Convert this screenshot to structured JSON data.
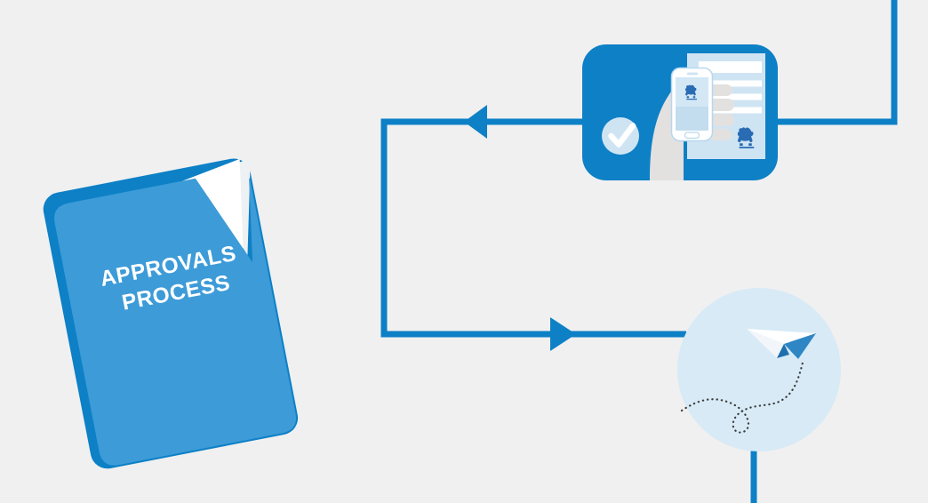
{
  "colors": {
    "background": "#f0f0f1",
    "brand_blue": "#0d80c6",
    "folder_blue": "#3d9bd8",
    "pale_blue": "#cfe4f3",
    "circle_blue": "#d7eaf6",
    "hand_gray": "#e2e1e0",
    "plane_blue": "#2e86c5",
    "plane_dark_blue": "#1e6fae",
    "emblem_blue": "#2a6cb4",
    "trail_gray": "#3c3c3c",
    "white": "#ffffff"
  },
  "folder": {
    "title_line1": "APPROVALS",
    "title_line2": "PROCESS"
  },
  "icons": {
    "checkmark": "check-circle",
    "emblem": "lion-emblem",
    "plane": "paper-plane",
    "approval_card": "phone-approval-card"
  }
}
